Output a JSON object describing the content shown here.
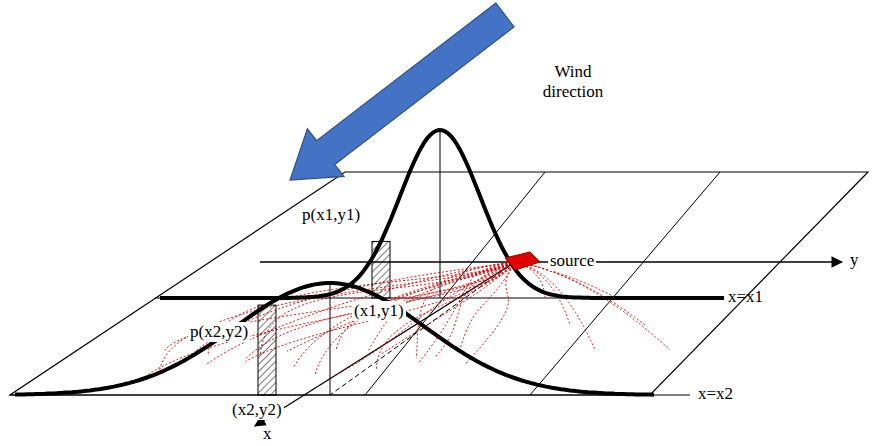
{
  "diagram": {
    "labels": [
      "Wind direction",
      "p(x1,y1)",
      "source",
      "y",
      "(x1,y1)",
      "x=x1",
      "p(x2,y2)",
      "(x2,y2)",
      "x=x2",
      "x"
    ]
  }
}
